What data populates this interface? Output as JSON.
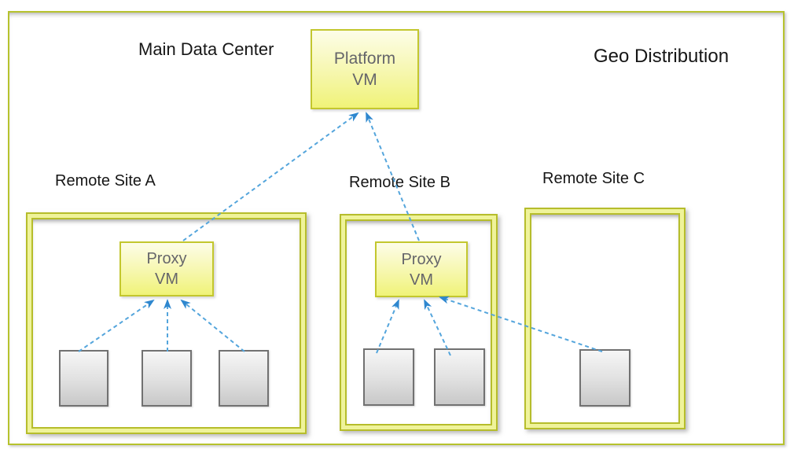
{
  "diagram": {
    "title_left": "Main Data Center",
    "title_right": "Geo Distribution"
  },
  "platform_vm": {
    "line1": "Platform",
    "line2": "VM"
  },
  "sites": [
    {
      "name": "Remote Site A",
      "proxy": {
        "line1": "Proxy",
        "line2": "VM"
      },
      "device_count": 3
    },
    {
      "name": "Remote Site B",
      "proxy": {
        "line1": "Proxy",
        "line2": "VM"
      },
      "device_count": 2
    },
    {
      "name": "Remote Site C",
      "proxy": null,
      "device_count": 1
    }
  ],
  "connections": [
    {
      "from": "site-a-proxy-vm",
      "to": "platform-vm",
      "style": "dashed-arrow"
    },
    {
      "from": "site-b-proxy-vm",
      "to": "platform-vm",
      "style": "dashed-arrow"
    },
    {
      "from": "site-a-device-1",
      "to": "site-a-proxy-vm",
      "style": "dashed-arrow"
    },
    {
      "from": "site-a-device-2",
      "to": "site-a-proxy-vm",
      "style": "dashed-arrow"
    },
    {
      "from": "site-a-device-3",
      "to": "site-a-proxy-vm",
      "style": "dashed-arrow"
    },
    {
      "from": "site-b-device-1",
      "to": "site-b-proxy-vm",
      "style": "dashed-arrow"
    },
    {
      "from": "site-b-device-2",
      "to": "site-b-proxy-vm",
      "style": "dashed-arrow"
    },
    {
      "from": "site-c-device-1",
      "to": "site-b-proxy-vm",
      "style": "dashed-arrow"
    }
  ],
  "colors": {
    "frame_olive": "#b6bd2b",
    "frame_band_yellow": "#eff39a",
    "vm_fill_top": "#fdfde8",
    "vm_fill_bottom": "#f0f378",
    "vm_border": "#c3c72e",
    "vm_text": "#65656a",
    "device_fill_top": "#f6f6f6",
    "device_fill_bottom": "#c8c8c8",
    "device_border": "#717171",
    "arrow_line": "#54a5dc",
    "arrow_head": "#2e87cf",
    "label_text": "#161616"
  }
}
